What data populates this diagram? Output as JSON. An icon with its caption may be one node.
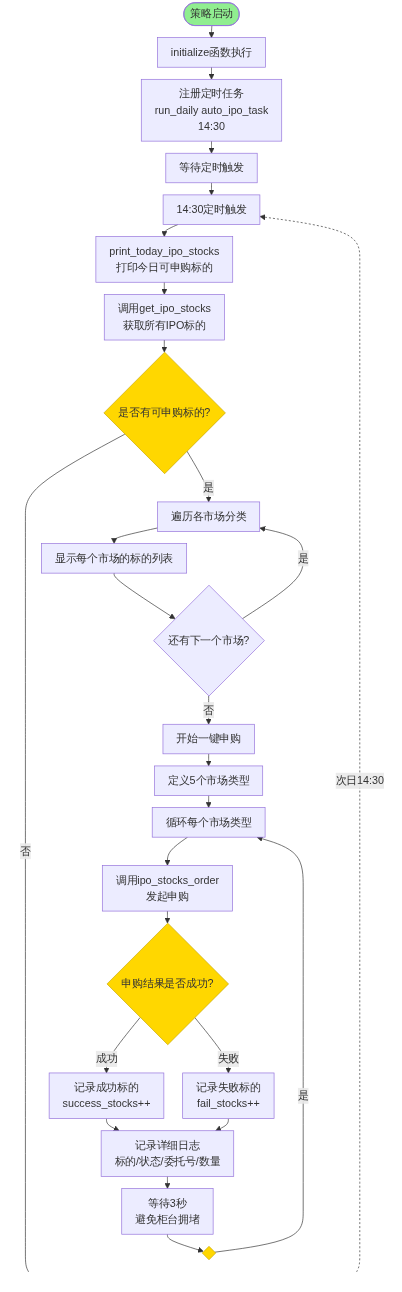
{
  "diagram": {
    "nodes": [
      {
        "text": [
          "策略启动"
        ]
      },
      {
        "text": [
          "initialize函数执行"
        ]
      },
      {
        "text": [
          "注册定时任务",
          "run_daily auto_ipo_task",
          "14:30"
        ]
      },
      {
        "text": [
          "等待定时触发"
        ]
      },
      {
        "text": [
          "14:30定时触发"
        ]
      },
      {
        "text": [
          "print_today_ipo_stocks",
          "打印今日可申购标的"
        ]
      },
      {
        "text": [
          "调用get_ipo_stocks",
          "获取所有IPO标的"
        ]
      },
      {
        "text": [
          "是否有可申购标的?"
        ]
      },
      {
        "text": [
          "遍历各市场分类"
        ]
      },
      {
        "text": [
          "显示每个市场的标的列表"
        ]
      },
      {
        "text": [
          "还有下一个市场?"
        ]
      },
      {
        "text": [
          "开始一键申购"
        ]
      },
      {
        "text": [
          "定义5个市场类型"
        ]
      },
      {
        "text": [
          "循环每个市场类型"
        ]
      },
      {
        "text": [
          "调用ipo_stocks_order",
          "发起申购"
        ]
      },
      {
        "text": [
          "申购结果是否成功?"
        ]
      },
      {
        "text": [
          "记录成功标的",
          "success_stocks++"
        ]
      },
      {
        "text": [
          "记录失败标的",
          "fail_stocks++"
        ]
      },
      {
        "text": [
          "记录详细日志",
          "标的/状态/委托号/数量"
        ]
      },
      {
        "text": [
          "等待3秒",
          "避免柜台拥堵"
        ]
      },
      {
        "text": [],
        "shape": "diamond"
      }
    ],
    "edges": [
      {
        "from": 0,
        "to": 1,
        "arrow": "to"
      },
      {
        "from": 1,
        "to": 2,
        "arrow": "to"
      },
      {
        "from": 2,
        "to": 3,
        "arrow": "to"
      },
      {
        "from": 3,
        "to": 4,
        "arrow": "to"
      },
      {
        "from": 4,
        "to": 5,
        "arrow": "to"
      },
      {
        "from": 5,
        "to": 6,
        "arrow": "to"
      },
      {
        "from": 6,
        "to": 7,
        "arrow": "to"
      },
      {
        "from": 7,
        "to": null,
        "arrow": "none",
        "label": "否"
      },
      {
        "from": 7,
        "to": 8,
        "arrow": "to",
        "label": "是"
      },
      {
        "from": 8,
        "to": 9,
        "arrow": "to"
      },
      {
        "from": 9,
        "to": 10,
        "arrow": "to"
      },
      {
        "from": 10,
        "to": 8,
        "arrow": "to",
        "label": "是"
      },
      {
        "from": 10,
        "to": 11,
        "arrow": "to",
        "label": "否"
      },
      {
        "from": 11,
        "to": 12,
        "arrow": "to"
      },
      {
        "from": 12,
        "to": 13,
        "arrow": "to"
      },
      {
        "from": 13,
        "to": 14,
        "arrow": "to"
      },
      {
        "from": 14,
        "to": 15,
        "arrow": "to"
      },
      {
        "from": 15,
        "to": 16,
        "arrow": "to",
        "label": "成功"
      },
      {
        "from": 15,
        "to": 17,
        "arrow": "to",
        "label": "失败"
      },
      {
        "from": 16,
        "to": 18,
        "arrow": "to"
      },
      {
        "from": 17,
        "to": 18,
        "arrow": "to"
      },
      {
        "from": 18,
        "to": 19,
        "arrow": "to"
      },
      {
        "from": 19,
        "to": 20,
        "arrow": "to"
      },
      {
        "from": 20,
        "to": 13,
        "arrow": "to",
        "label": "是"
      },
      {
        "from": null,
        "to": 4,
        "arrow": "to",
        "label": "次日14:30",
        "style": "dashed"
      }
    ]
  }
}
